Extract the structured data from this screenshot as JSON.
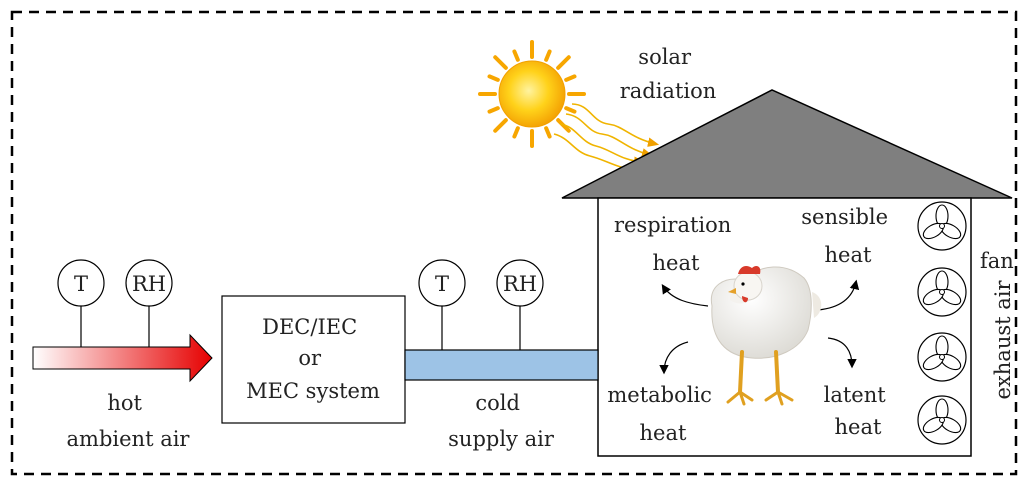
{
  "labels": {
    "solar": [
      "solar",
      "radiation"
    ],
    "hot_air": [
      "hot",
      "ambient air"
    ],
    "system": [
      "DEC/IEC",
      "or",
      "MEC system"
    ],
    "cold_air": [
      "cold",
      "supply air"
    ],
    "respiration": [
      "respiration",
      "heat"
    ],
    "sensible": [
      "sensible",
      "heat"
    ],
    "metabolic": [
      "metabolic",
      "heat"
    ],
    "latent": [
      "latent",
      "heat"
    ],
    "fan": "fan",
    "exhaust": "exhaust air"
  },
  "sensors": {
    "inlet": [
      "T",
      "RH"
    ],
    "supply": [
      "T",
      "RH"
    ]
  },
  "colors": {
    "hot_gradient_start": "#ffffff",
    "hot_gradient_end": "#e60000",
    "cold_duct": "#9dc3e6",
    "roof": "#7f7f7f",
    "sun_core": "#ffcc00",
    "sun_rays": "#f7a600"
  },
  "icons": [
    "sun-icon",
    "chicken-icon",
    "fan-icon"
  ]
}
